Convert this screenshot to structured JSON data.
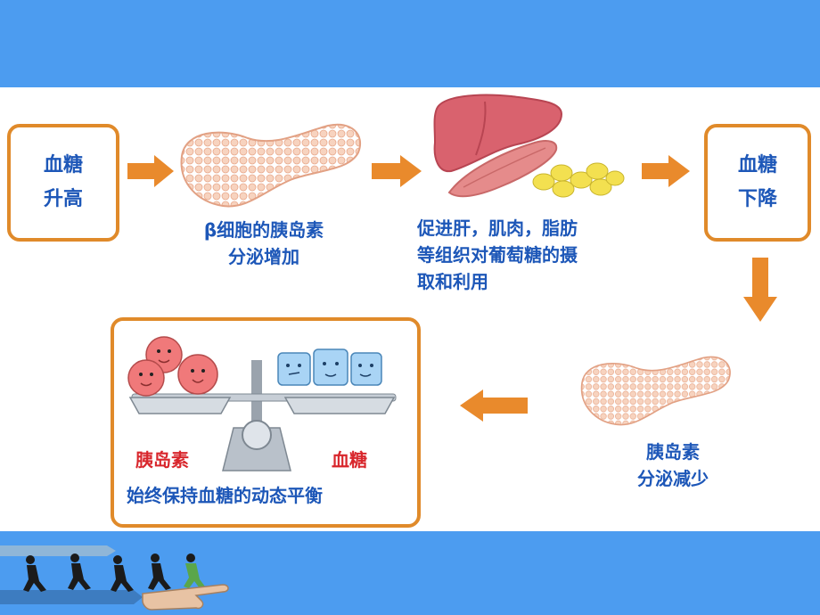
{
  "flow": {
    "high_glucose_box": {
      "line1": "血糖",
      "line2": "升高"
    },
    "insulin_increase_caption": {
      "line1": "β细胞的胰岛素",
      "line2": "分泌增加"
    },
    "uptake_caption": {
      "line1": "促进肝，肌肉，脂肪",
      "line2": "等组织对葡萄糖的摄",
      "line3": "取和利用"
    },
    "low_glucose_box": {
      "line1": "血糖",
      "line2": "下降"
    },
    "insulin_decrease_caption": {
      "line1": "胰岛素",
      "line2": "分泌减少"
    },
    "balance_box": {
      "left_label": "胰岛素",
      "right_label": "血糖",
      "caption": "始终保持血糖的动态平衡"
    }
  },
  "colors": {
    "background_blue": "#4c9cf0",
    "box_border": "#e08a2a",
    "text_blue": "#1d57b8",
    "text_red": "#d8262c",
    "arrow_orange": "#e98a2c",
    "pancreas": "#f4c6ad",
    "liver": "#d9626e",
    "muscle": "#e58b8b",
    "fat": "#f3e050",
    "insulin_face": "#f0797a",
    "glucose_cube": "#a9d4f5"
  },
  "icons": [
    "right-arrow-icon",
    "down-arrow-icon",
    "left-arrow-icon",
    "pancreas-icon",
    "liver-icon",
    "muscle-icon",
    "fat-cells-icon",
    "balance-scale-icon",
    "running-people-icon",
    "pointing-hand-icon"
  ]
}
